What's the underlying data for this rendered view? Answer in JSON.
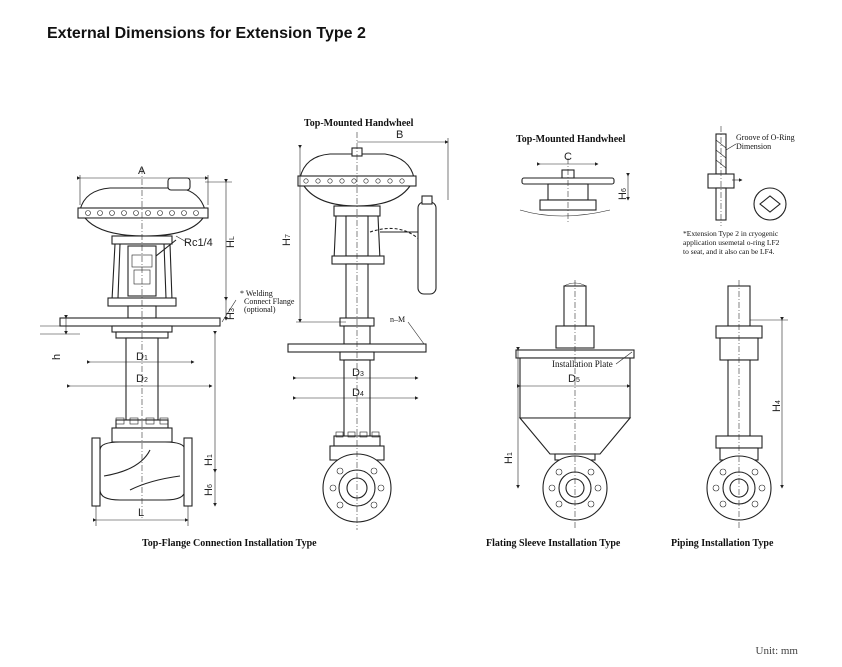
{
  "title": "External Dimensions for Extension Type 2",
  "unit": "Unit: mm",
  "captions": {
    "top_flange": "Top-Flange Connection Installation Type",
    "flating_sleeve": "Flating Sleeve Installation Type",
    "piping": "Piping Installation Type",
    "top_handwheel_1": "Top-Mounted Handwheel",
    "top_handwheel_2": "Top-Mounted Handwheel"
  },
  "notes": {
    "welding_1": "* Welding",
    "welding_2": "Connect Flange",
    "welding_3": "(optional)",
    "groove_1": "Groove of  O-Ring",
    "groove_2": "Dimension",
    "ext_1": "*Extension Type 2 in cryogenic",
    "ext_2": "application usemetal o-ring LF2",
    "ext_3": "to seat, and it also can be LF4.",
    "install_plate": "Installation Plate",
    "rc": "Rc1/4",
    "nm": "n–M"
  },
  "dims": {
    "A": "A",
    "B": "B",
    "C": "C",
    "L": "L",
    "h": "h",
    "D1": "D",
    "D1_sub": "1",
    "D2": "D",
    "D2_sub": "2",
    "D3": "D",
    "D3_sub": "3",
    "D4": "D",
    "D4_sub": "4",
    "D5": "D",
    "D5_sub": "5",
    "H": "H",
    "H_sub": "L",
    "H1": "H",
    "H1_sub": "1",
    "H1b": "H",
    "H1b_sub": "1",
    "H3": "H",
    "H3_sub": "3",
    "H4": "H",
    "H4_sub": "4",
    "H6": "H",
    "H6_sub": "6",
    "H6b": "H",
    "H6b_sub": "6",
    "H7": "H",
    "H7_sub": "7"
  }
}
